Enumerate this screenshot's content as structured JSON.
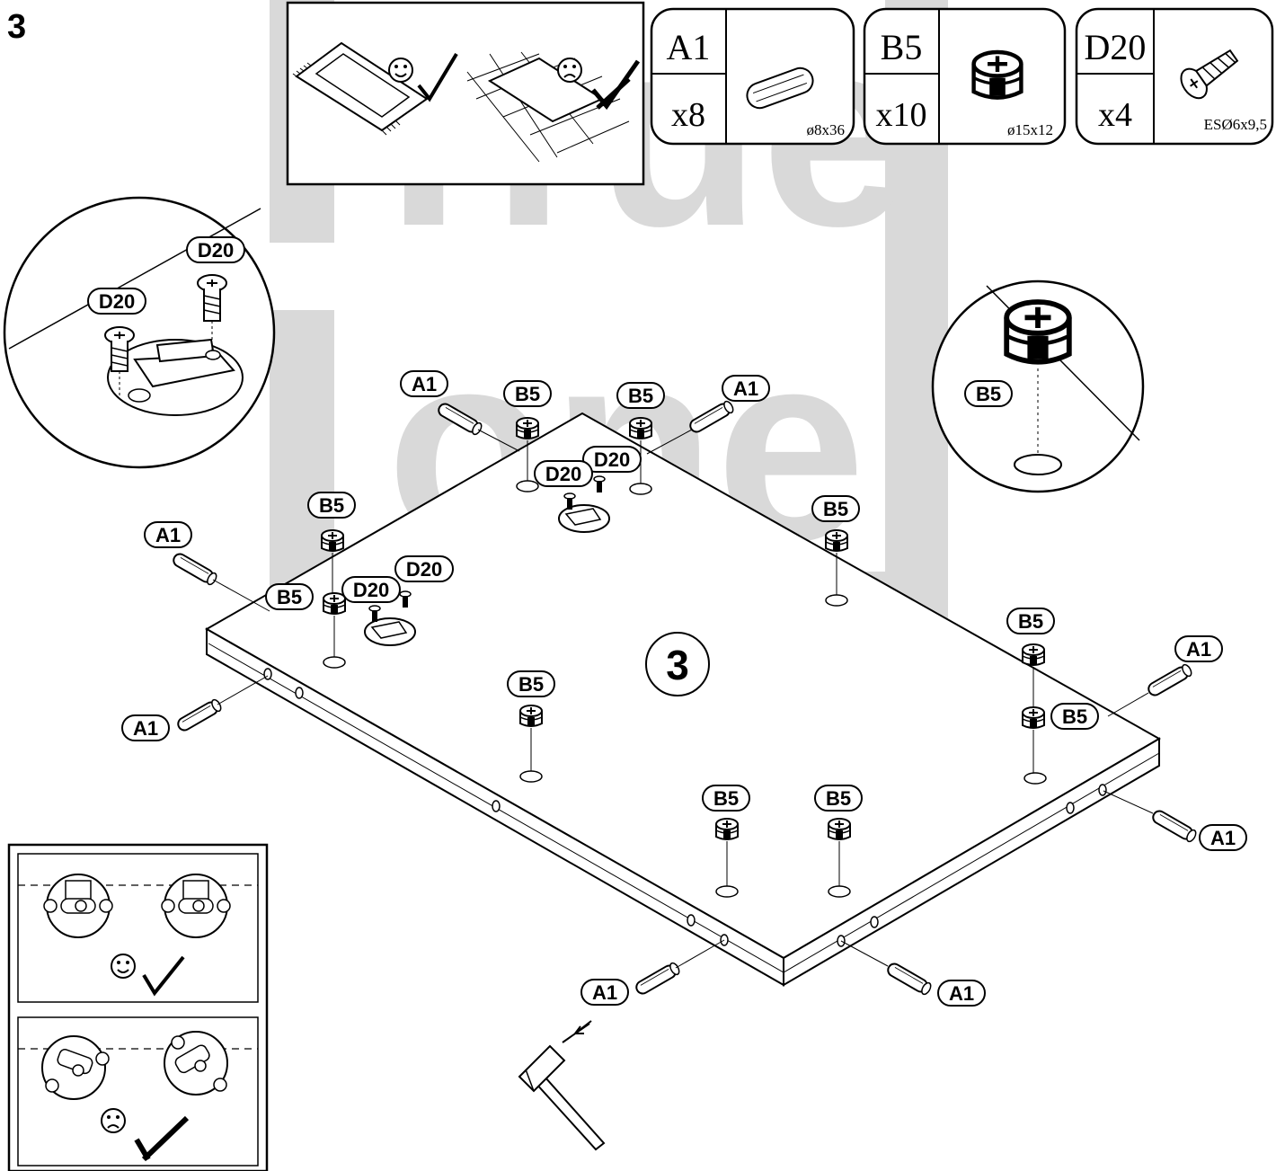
{
  "step": {
    "number": "3",
    "badge": "3"
  },
  "watermark": {
    "line1": "True",
    "line2": "one"
  },
  "parts": [
    {
      "code": "A1",
      "qty": "x8",
      "dim": "ø8x36",
      "icon": "dowel-icon"
    },
    {
      "code": "B5",
      "qty": "x10",
      "dim": "ø15x12",
      "icon": "cam-lock-icon"
    },
    {
      "code": "D20",
      "qty": "x4",
      "dim": "ESØ6x9,5",
      "icon": "screw-icon"
    }
  ],
  "labels": {
    "a1": "A1",
    "b5": "B5",
    "d20": "D20"
  },
  "hints": {
    "floor": {
      "good": "use-soft-surface",
      "bad": "hard-floor"
    },
    "orientation": {
      "good": "correct-orientation",
      "bad": "wrong-orientation"
    }
  }
}
